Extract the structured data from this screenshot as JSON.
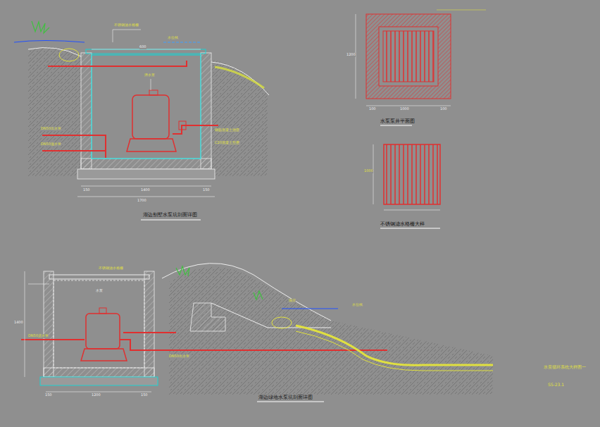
{
  "diagram": {
    "labels": [
      "湖边别墅水泵坑剖面详图",
      "水泵泵井平面图",
      "不锈钢滤水格栅大样",
      "湖边绿地水泵坑剖面详图",
      "水景循环系统大样图一",
      "SS-23.1",
      "不锈钢滤水格栅",
      "水位线",
      "潜水泵",
      "DN50出水管",
      "DN50溢水管",
      "钢筋混凝土池壁",
      "C20混凝土垫层",
      "1700",
      "1400",
      "150",
      "150",
      "600",
      "1200",
      "1000",
      "100",
      "100",
      "1000",
      "不锈钢滤水格栅",
      "水泵",
      "DN50进水管",
      "湖岸",
      "水位线",
      "DN50出水管",
      "1400",
      "150",
      "150",
      "1200"
    ]
  }
}
